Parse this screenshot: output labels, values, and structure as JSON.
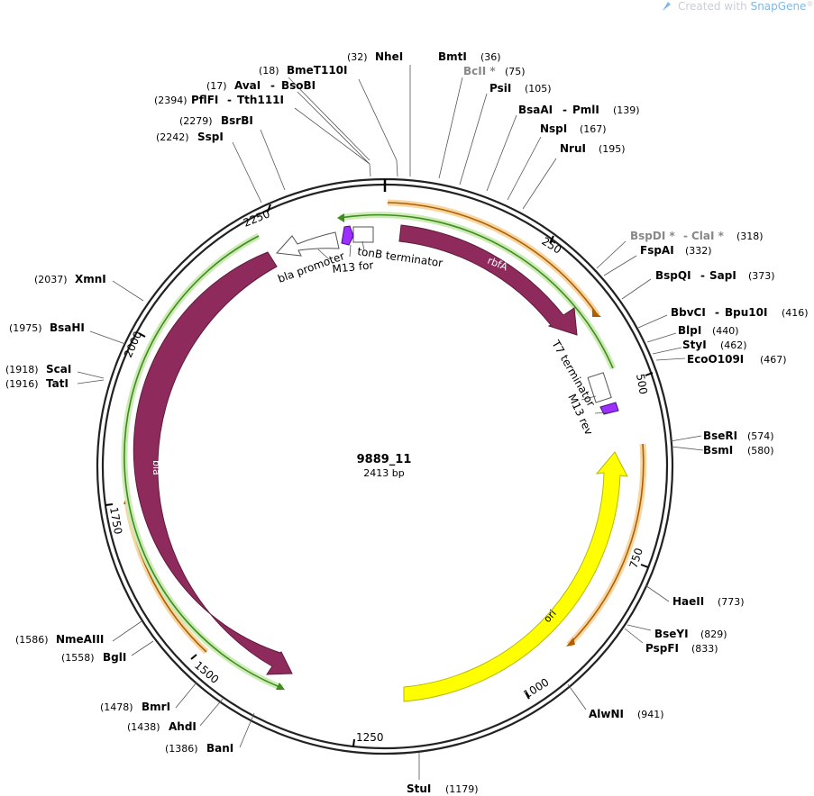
{
  "watermark": {
    "prefix": "Created with ",
    "brand": "SnapGene",
    "suffix": "®"
  },
  "plasmid": {
    "name": "9889_11",
    "size_label": "2413 bp"
  },
  "enzymes_top": [
    {
      "name": "NheI",
      "pos": "(32)",
      "side": "left"
    },
    {
      "name": "BmtI",
      "pos": "(36)",
      "side": "right"
    },
    {
      "name": "BcII *",
      "pos": "(75)",
      "side": "right",
      "gray": true
    },
    {
      "name": "BmeT110I",
      "pos": "(18)",
      "side": "left"
    },
    {
      "name": "AvaI",
      "name2": "BsoBI",
      "pos": "(17)",
      "side": "left"
    },
    {
      "name": "PflFI",
      "name2": "Tth111I",
      "pos": "(2394)",
      "side": "left"
    },
    {
      "name": "PsiI",
      "pos": "(105)",
      "side": "right"
    },
    {
      "name": "BsaAI",
      "name2": "PmlI",
      "pos": "(139)",
      "side": "right"
    },
    {
      "name": "NspI",
      "pos": "(167)",
      "side": "right"
    },
    {
      "name": "NruI",
      "pos": "(195)",
      "side": "right"
    },
    {
      "name": "BsrBI",
      "pos": "(2279)",
      "side": "left"
    },
    {
      "name": "SspI",
      "pos": "(2242)",
      "side": "left"
    }
  ],
  "enzymes_right": [
    {
      "name": "BspDI *",
      "name2": "ClaI *",
      "pos": "(318)",
      "gray": true
    },
    {
      "name": "FspAI",
      "pos": "(332)"
    },
    {
      "name": "BspQI",
      "name2": "SapI",
      "pos": "(373)"
    },
    {
      "name": "BbvCI",
      "name2": "Bpu10I",
      "pos": "(416)"
    },
    {
      "name": "BlpI",
      "pos": "(440)"
    },
    {
      "name": "StyI",
      "pos": "(462)"
    },
    {
      "name": "EcoO109I",
      "pos": "(467)"
    },
    {
      "name": "BseRI",
      "pos": "(574)"
    },
    {
      "name": "BsmI",
      "pos": "(580)"
    },
    {
      "name": "HaeII",
      "pos": "(773)"
    },
    {
      "name": "BseYI",
      "pos": "(829)"
    },
    {
      "name": "PspFI",
      "pos": "(833)"
    },
    {
      "name": "AlwNI",
      "pos": "(941)"
    }
  ],
  "enzymes_left": [
    {
      "name": "XmnI",
      "pos": "(2037)"
    },
    {
      "name": "BsaHI",
      "pos": "(1975)"
    },
    {
      "name": "ScaI",
      "pos": "(1918)"
    },
    {
      "name": "TatI",
      "pos": "(1916)"
    },
    {
      "name": "NmeAIII",
      "pos": "(1586)"
    },
    {
      "name": "BglI",
      "pos": "(1558)"
    },
    {
      "name": "BmrI",
      "pos": "(1478)"
    },
    {
      "name": "AhdI",
      "pos": "(1438)"
    },
    {
      "name": "BanI",
      "pos": "(1386)"
    }
  ],
  "enzymes_bottom": [
    {
      "name": "StuI",
      "pos": "(1179)"
    }
  ],
  "ticks": [
    "250",
    "500",
    "750",
    "1000",
    "1250",
    "1500",
    "1750",
    "2000",
    "2250"
  ],
  "features": {
    "rbfA": "rbfA",
    "bla": "bla",
    "ori": "ori",
    "bla_promoter": "bla promoter",
    "m13_for": "M13 for",
    "tonB_terminator": "tonB terminator",
    "t7_terminator": "T7 terminator",
    "m13_rev": "M13 rev"
  },
  "colors": {
    "backbone": "#222222",
    "cds": "#8e2b5c",
    "ori": "#ffff00",
    "primer": "#9b30ff",
    "orange_arc": "#e8a23a",
    "green_arc": "#7cc444"
  }
}
